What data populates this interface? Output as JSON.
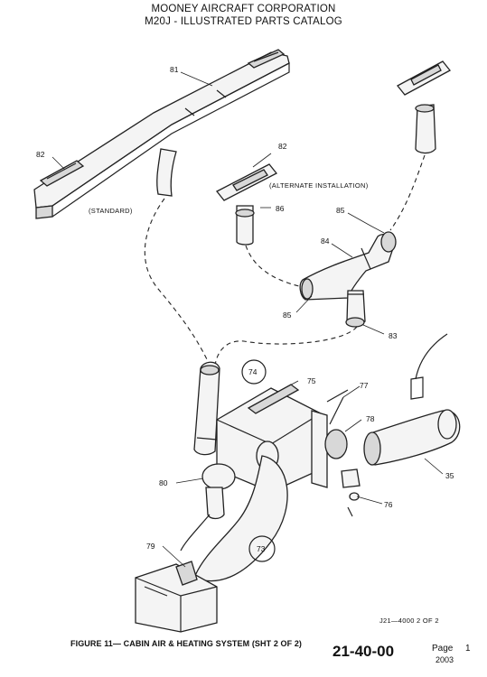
{
  "header": {
    "line1": "MOONEY AIRCRAFT CORPORATION",
    "line2": "M20J - ILLUSTRATED PARTS CATALOG"
  },
  "callouts": {
    "c81": "81",
    "c82a": "82",
    "c82b": "82",
    "c86": "86",
    "c85a": "85",
    "c84": "84",
    "c85b": "85",
    "c83": "83",
    "c74": "74",
    "c75": "75",
    "c77": "77",
    "c78": "78",
    "c80": "80",
    "c35": "35",
    "c76": "76",
    "c79": "79",
    "c73": "73"
  },
  "notes": {
    "standard": "(STANDARD)",
    "alternate": "(ALTERNATE INSTALLATION)",
    "drawing_id": "J21—4000 2 OF 2"
  },
  "footer": {
    "caption": "FIGURE 11— CABIN AIR & HEATING SYSTEM (SHT 2 OF 2)",
    "page_no": "21-40-00",
    "page_label": "Page",
    "page_num": "1",
    "year": "2003"
  }
}
